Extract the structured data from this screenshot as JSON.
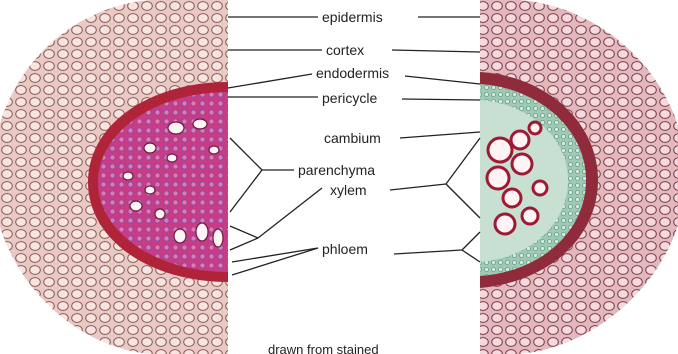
{
  "labels": {
    "epidermis": "epidermis",
    "cortex": "cortex",
    "endodermis": "endodermis",
    "pericycle": "pericycle",
    "cambium": "cambium",
    "parenchyma": "parenchyma",
    "xylem": "xylem",
    "phloem": "phloem"
  },
  "caption": "drawn from stained",
  "colors": {
    "cortex_fill": "#e9c9c6",
    "cortex_cell_wall": "#8b5a50",
    "endodermis_band": "#b0243a",
    "stele_fill": "#c83c86",
    "stele_speckle": "#7a4aa6",
    "xylem_vessel": "#fff3f5",
    "xylem_wall_right": "#9e1a33",
    "phloem_green": "#9fc9b5",
    "leader_line": "#222222"
  }
}
